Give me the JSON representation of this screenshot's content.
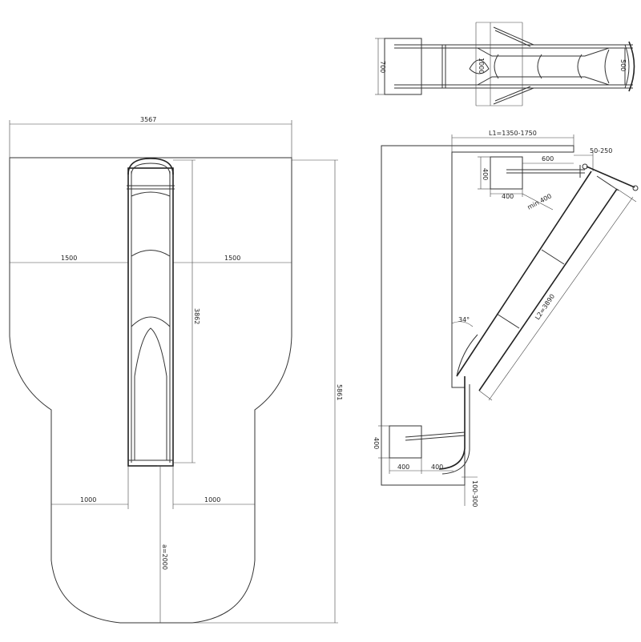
{
  "dimensions": {
    "safety_width": "3567",
    "side_left": "1500",
    "side_right": "1500",
    "slide_length": "3862",
    "total_length": "5861",
    "exit_left": "1000",
    "exit_right": "1000",
    "run_out": "a=2000",
    "top_width": "700",
    "top_chute": "1000",
    "top_exit": "500",
    "l1": "L1=1350-1750",
    "overhang": "50-250",
    "platform_len": "600",
    "top_block_h": "400",
    "top_block_w": "400",
    "min_clear": "min 400",
    "slide_l2": "L2=3890",
    "angle": "34°",
    "bottom_block_h": "400",
    "bottom_block_w": "400",
    "bottom_offset": "400",
    "exit_height": "100-300"
  }
}
